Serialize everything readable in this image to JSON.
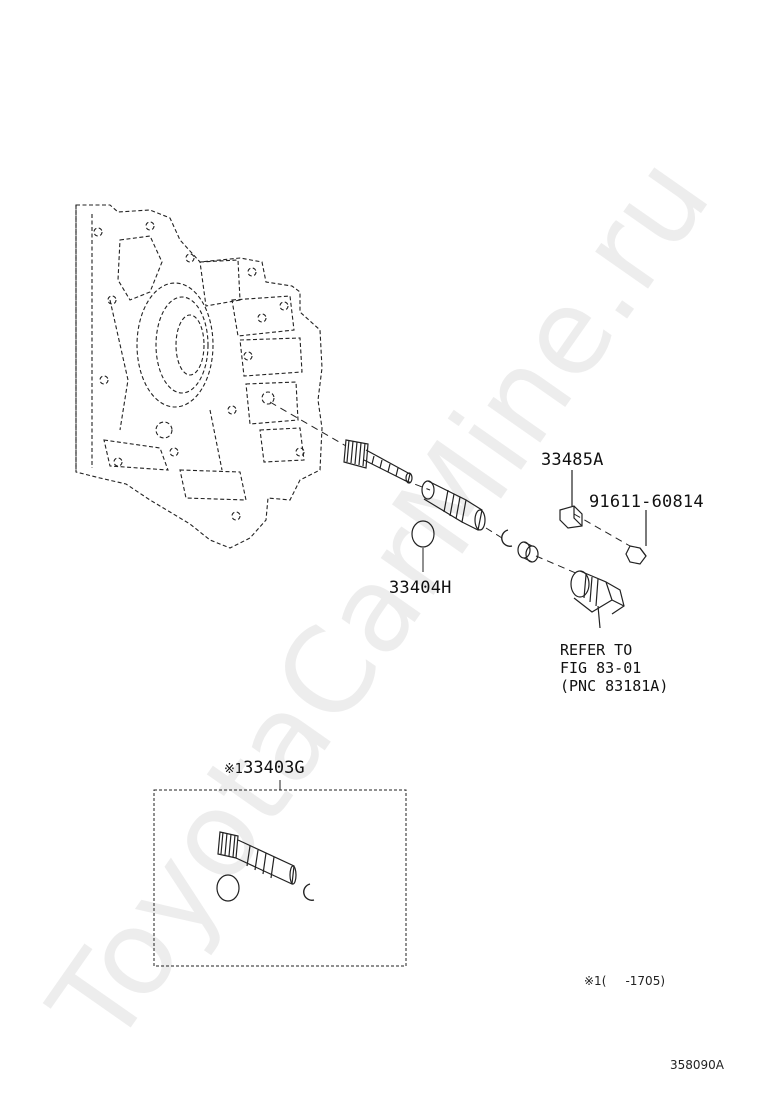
{
  "watermark": "ToyotaCarMine.ru",
  "parts": {
    "p33485A": "33485A",
    "p91611": "91611-60814",
    "p33404H": "33404H",
    "kit_symbol": "※1",
    "kit_number": "33403G"
  },
  "refer": {
    "line1": "REFER TO",
    "line2": "FIG 83-01",
    "line3": "(PNC 83181A)"
  },
  "footnote": {
    "symbol": "※1",
    "text": "(     -1705)"
  },
  "figure_code": "358090A"
}
